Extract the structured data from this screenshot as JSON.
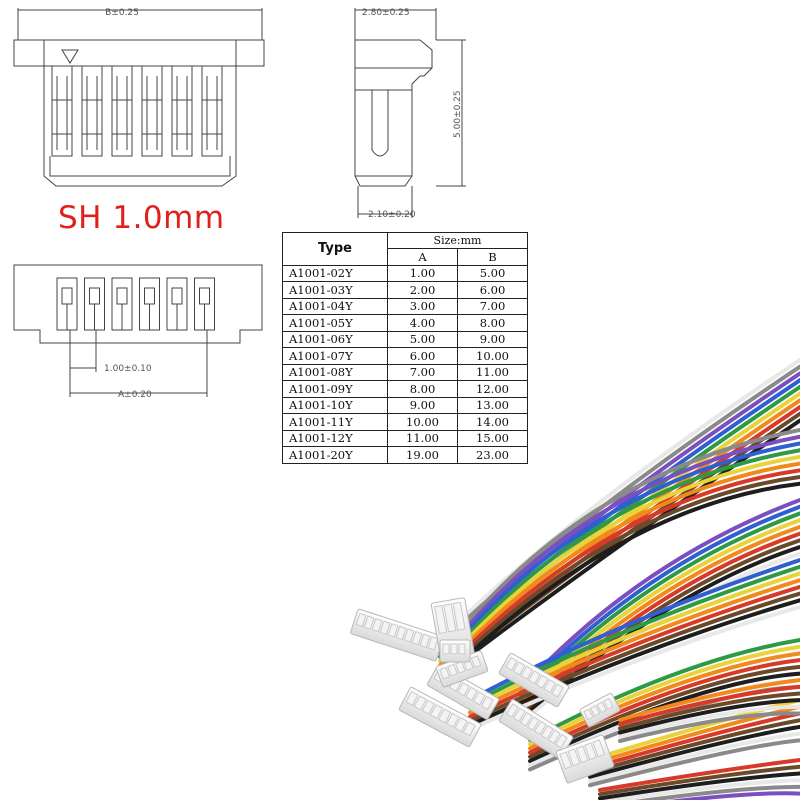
{
  "heading": "SH 1.0mm",
  "dimensions": {
    "front_width": "B±0.25",
    "side_depth": "2.80±0.25",
    "side_height": "5.00±0.25",
    "side_bottom": "2.10±0.20",
    "pitch": "1.00±0.10",
    "span": "A±0.20"
  },
  "size_table": {
    "type_header": "Type",
    "size_header": "Size:mm",
    "col_a": "A",
    "col_b": "B",
    "rows": [
      {
        "type": "A1001-02Y",
        "a": "1.00",
        "b": "5.00"
      },
      {
        "type": "A1001-03Y",
        "a": "2.00",
        "b": "6.00"
      },
      {
        "type": "A1001-04Y",
        "a": "3.00",
        "b": "7.00"
      },
      {
        "type": "A1001-05Y",
        "a": "4.00",
        "b": "8.00"
      },
      {
        "type": "A1001-06Y",
        "a": "5.00",
        "b": "9.00"
      },
      {
        "type": "A1001-07Y",
        "a": "6.00",
        "b": "10.00"
      },
      {
        "type": "A1001-08Y",
        "a": "7.00",
        "b": "11.00"
      },
      {
        "type": "A1001-09Y",
        "a": "8.00",
        "b": "12.00"
      },
      {
        "type": "A1001-10Y",
        "a": "9.00",
        "b": "13.00"
      },
      {
        "type": "A1001-11Y",
        "a": "10.00",
        "b": "14.00"
      },
      {
        "type": "A1001-12Y",
        "a": "11.00",
        "b": "15.00"
      },
      {
        "type": "A1001-20Y",
        "a": "19.00",
        "b": "23.00"
      }
    ]
  },
  "wire_colors": [
    "#e8e8e8",
    "#8a8a8a",
    "#7a4fc0",
    "#2f5fd0",
    "#2f9a45",
    "#e9d23a",
    "#f08a1c",
    "#d83a2a",
    "#6b4a2b",
    "#1e1e1e"
  ]
}
